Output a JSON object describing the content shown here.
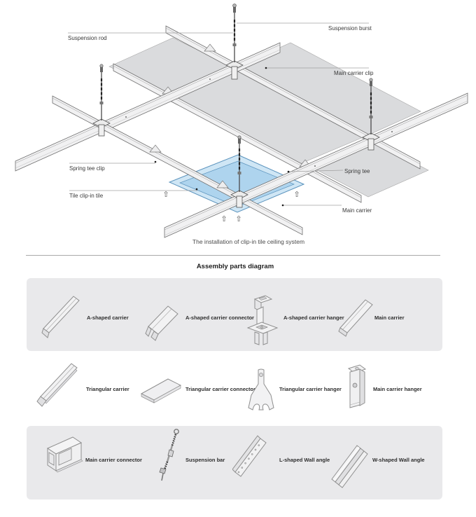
{
  "installation_diagram": {
    "caption": "The installation of clip-in tile ceiling system",
    "labels": {
      "suspension_rod": "Suspension rod",
      "suspension_burst": "Suspension burst",
      "main_carrier_clip": "Main carrier clip",
      "spring_tee_clip": "Spring tee clip",
      "spring_tee": "Spring tee",
      "tile_clip_in_tile": "Tile clip-in tile",
      "main_carrier": "Main carrier"
    },
    "install_arrow": "⇧",
    "colors": {
      "tile_gray": "#dadbdd",
      "tile_blue_outer": "#cfe6f5",
      "tile_blue_inner": "#aed4ee",
      "tile_blue_edge": "#5b93bd",
      "rail_fill": "#f1f1f2",
      "rail_stroke": "#6f6f6f",
      "leader_line": "#a0a0a0",
      "label_text": "#3a3a3a"
    }
  },
  "assembly": {
    "heading": "Assembly parts diagram",
    "band_color": "#e9e9eb",
    "rows": [
      {
        "parts": [
          {
            "label": "A-shaped carrier",
            "icon": "a-shaped-carrier-icon"
          },
          {
            "label": "A-shaped carrier connector",
            "icon": "a-shaped-carrier-connector-icon"
          },
          {
            "label": "A-shaped carrier hanger",
            "icon": "a-shaped-carrier-hanger-icon"
          },
          {
            "label": "Main carrier",
            "icon": "main-carrier-icon"
          }
        ]
      },
      {
        "parts": [
          {
            "label": "Triangular carrier",
            "icon": "triangular-carrier-icon"
          },
          {
            "label": "Triangular carrier connector",
            "icon": "triangular-carrier-connector-icon"
          },
          {
            "label": "Triangular carrier hanger",
            "icon": "triangular-carrier-hanger-icon"
          },
          {
            "label": "Main carrier hanger",
            "icon": "main-carrier-hanger-icon"
          }
        ]
      },
      {
        "parts": [
          {
            "label": "Main carrier connector",
            "icon": "main-carrier-connector-icon"
          },
          {
            "label": "Suspension bar",
            "icon": "suspension-bar-icon"
          },
          {
            "label": "L-shaped Wall angle",
            "icon": "l-shaped-wall-angle-icon"
          },
          {
            "label": "W-shaped Wall angle",
            "icon": "w-shaped-wall-angle-icon"
          }
        ]
      }
    ]
  }
}
